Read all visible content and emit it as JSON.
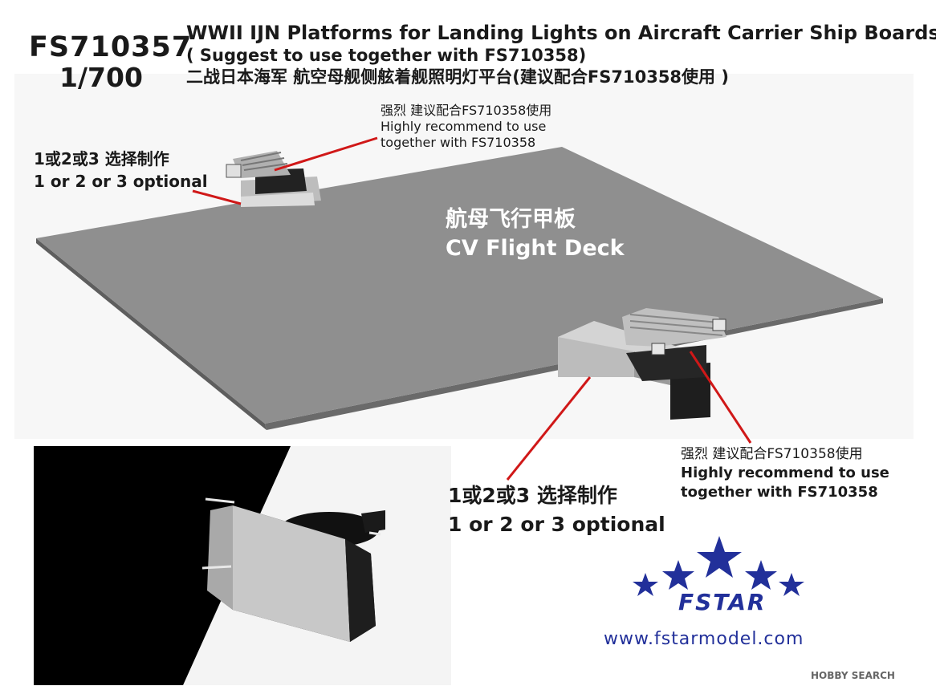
{
  "product": {
    "code": "FS710357",
    "scale": "1/700",
    "title_en": "WWII IJN Platforms for Landing Lights on Aircraft Carrier Ship Boards",
    "title_suggest": "( Suggest to use together with FS710358)",
    "title_cn": "二战日本海军 航空母舰侧舷着舰照明灯平台(建议配合FS710358使用 )"
  },
  "annotations": {
    "top_note_cn": "强烈 建议配合FS710358使用",
    "top_note_en1": "Highly recommend to use",
    "top_note_en2": "together with FS710358",
    "left_opt_cn": "1或2或3 选择制作",
    "left_opt_en": "1 or 2 or 3 optional",
    "deck_cn": "航母飞行甲板",
    "deck_en": "CV Flight Deck",
    "right_note_cn": "强烈 建议配合FS710358使用",
    "right_note_en1": "Highly recommend to use",
    "right_note_en2": "together with FS710358",
    "bottom_opt_cn": "1或2或3 选择制作",
    "bottom_opt_en": "1 or 2 or 3 optional"
  },
  "brand": {
    "name": "FSTAR",
    "website": "www.fstarmodel.com",
    "color": "#22309a"
  },
  "watermark": "HOBBY SEARCH",
  "colors": {
    "deck": "#8f8f8f",
    "pointer": "#d01818",
    "part_light": "#c8c8c8",
    "part_dark": "#1e1e1e"
  }
}
